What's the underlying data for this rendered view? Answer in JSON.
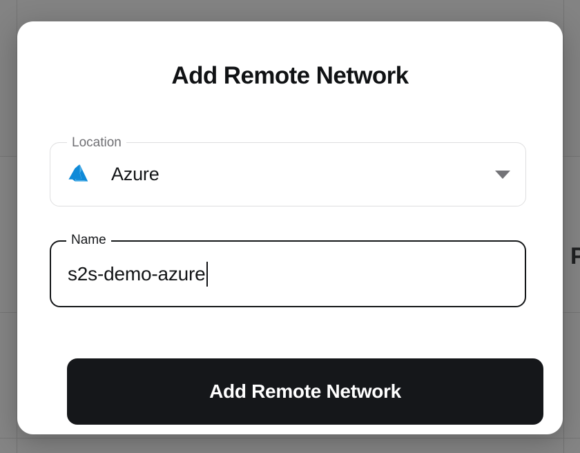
{
  "background": {
    "partial_text_right": "P",
    "overlay_color": "#2d2d2d"
  },
  "modal": {
    "title": "Add Remote Network",
    "fields": [
      {
        "key": "location",
        "label": "Location",
        "value": "Azure",
        "icon": "azure-logo-icon",
        "control": "dropdown",
        "focused": false,
        "chevron_icon": "chevron-down-icon"
      },
      {
        "key": "name",
        "label": "Name",
        "value": "s2s-demo-azure",
        "placeholder": "",
        "control": "text-input",
        "focused": true,
        "caret_visible": true
      }
    ],
    "submit_button": {
      "label": "Add Remote Network"
    }
  },
  "colors": {
    "button_bg": "#15171a",
    "button_text": "#ffffff",
    "title_text": "#101214",
    "field_border": "#dededf",
    "field_border_focused": "#131517",
    "label_muted": "#6f6f73",
    "label_focused": "#15171a",
    "azure_blue": "#0f8ad8",
    "azure_blue_light": "#50b0e8",
    "chevron_gray": "#737377"
  }
}
